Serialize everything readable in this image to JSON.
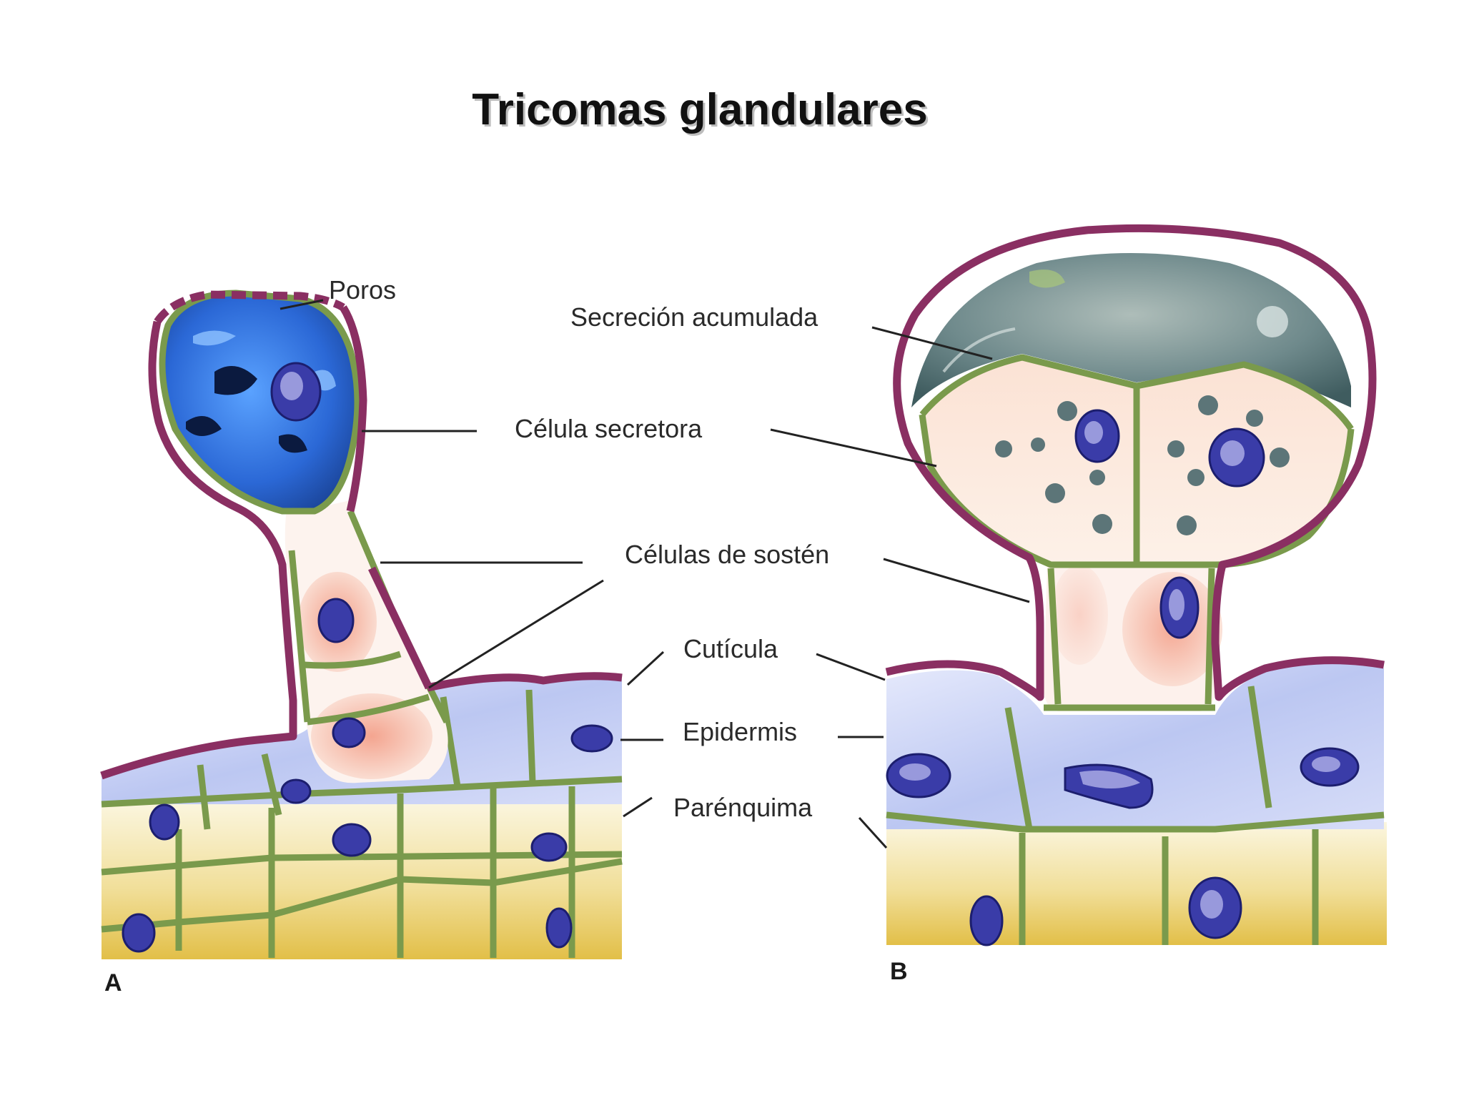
{
  "title": "Tricomas glandulares",
  "panels": {
    "a": "A",
    "b": "B"
  },
  "labels": {
    "poros": "Poros",
    "secrecion": "Secreción acumulada",
    "celula_secretora": "Célula secretora",
    "celulas_sosten": "Células de sostén",
    "cuticula": "Cutícula",
    "epidermis": "Epidermis",
    "parenquima": "Parénquima"
  },
  "colors": {
    "cuticle": "#8a2f62",
    "cell_wall": "#7a9a4c",
    "nucleus": "#3a3ca8",
    "secretion": "#5e7b7e",
    "secretory_cell_a": "#2f6fd6",
    "epidermis": "#c9d2f4",
    "parenchyma": "#e9cc62",
    "support_cell": "#f0a08c"
  }
}
